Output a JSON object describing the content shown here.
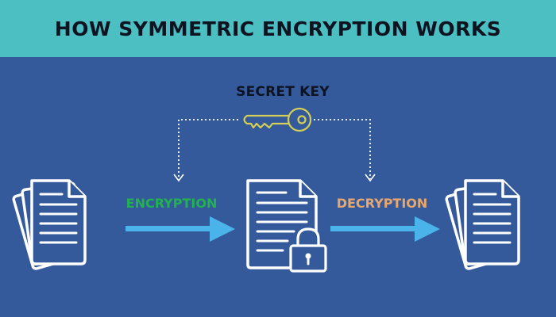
{
  "title": "HOW SYMMETRIC ENCRYPTION WORKS",
  "labels": {
    "secret_key": "SECRET KEY",
    "encryption": "ENCRYPTION",
    "decryption": "DECRYPTION"
  },
  "colors": {
    "background": "#345a9c",
    "title_bar": "#4bbfc1",
    "title_text": "#0d1320",
    "key_outline": "#d4cf56",
    "arrow": "#49b3ea",
    "encryption_label": "#22b24f",
    "decryption_label": "#e7a76d",
    "icon_stroke": "#ffffff"
  },
  "icons": {
    "plaintext_left": "documents-stack-icon",
    "ciphertext": "locked-document-icon",
    "plaintext_right": "documents-stack-icon",
    "secret_key": "key-icon",
    "encryption_arrow": "arrow-right-icon",
    "decryption_arrow": "arrow-right-icon"
  }
}
